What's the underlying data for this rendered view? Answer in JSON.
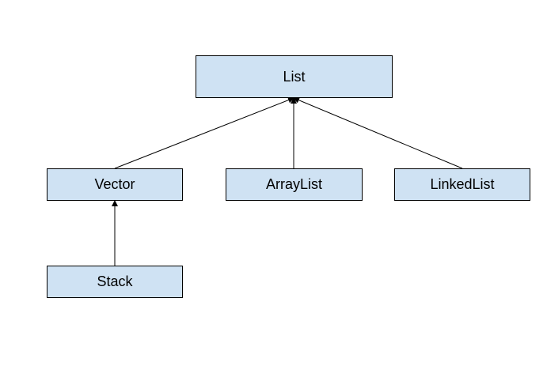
{
  "diagram": {
    "colors": {
      "node_fill": "#cfe2f3",
      "node_border": "#000000",
      "edge": "#000000",
      "text": "#000000",
      "background": "#ffffff"
    },
    "nodes": {
      "list": {
        "label": "List"
      },
      "vector": {
        "label": "Vector"
      },
      "arraylist": {
        "label": "ArrayList"
      },
      "linkedlist": {
        "label": "LinkedList"
      },
      "stack": {
        "label": "Stack"
      }
    },
    "edges": [
      {
        "from": "vector",
        "to": "list"
      },
      {
        "from": "arraylist",
        "to": "list"
      },
      {
        "from": "linkedlist",
        "to": "list"
      },
      {
        "from": "stack",
        "to": "vector"
      }
    ]
  }
}
